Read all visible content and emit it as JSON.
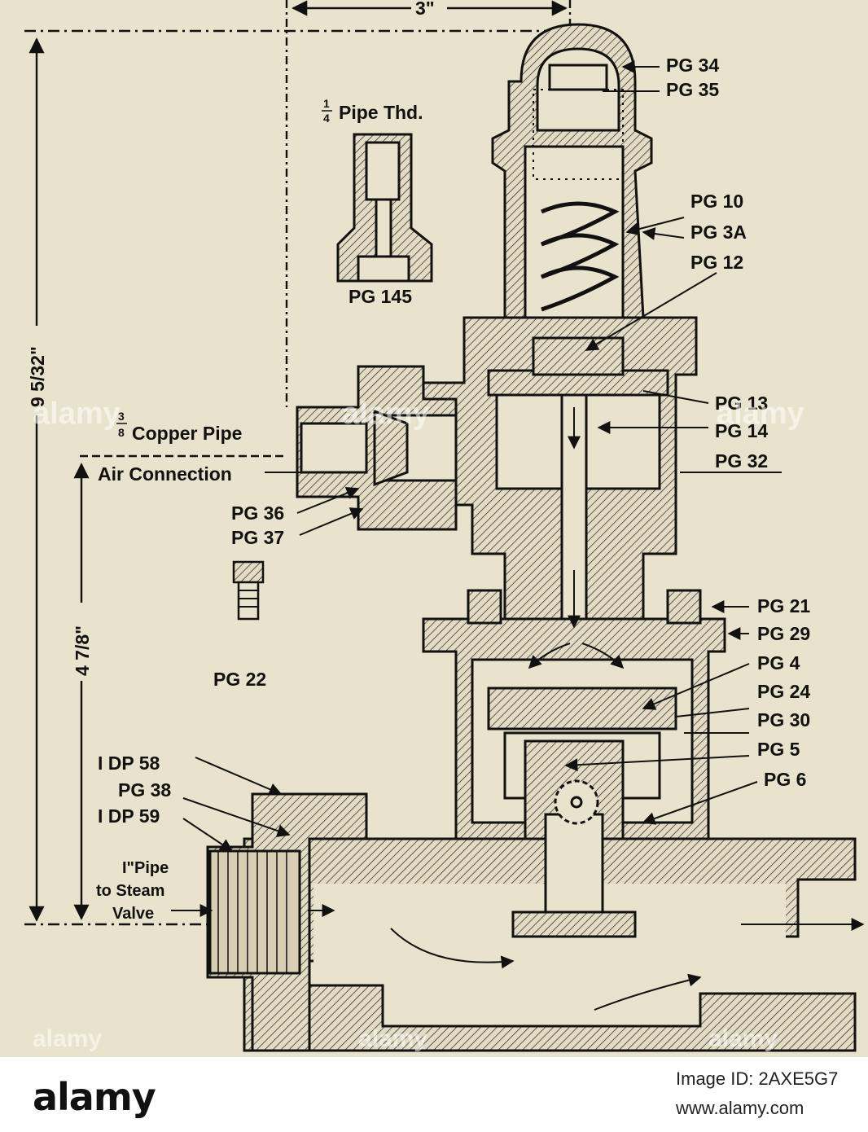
{
  "dimensions": {
    "width_top": "3\"",
    "height_total": "9 5/32\"",
    "height_lower": "4 7/8\""
  },
  "parts": {
    "pg_34": "PG 34",
    "pg_35": "PG 35",
    "pg_10": "PG 10",
    "pg_3a": "PG 3A",
    "pg_12": "PG 12",
    "pg_13": "PG 13",
    "pg_14": "PG 14",
    "pg_32": "PG 32",
    "pg_36": "PG 36",
    "pg_37": "PG 37",
    "pg_21": "PG 21",
    "pg_29": "PG 29",
    "pg_4": "PG 4",
    "pg_24": "PG 24",
    "pg_30": "PG 30",
    "pg_5": "PG 5",
    "pg_6": "PG 6",
    "pg_145": "PG 145",
    "pg_22": "PG 22",
    "dp_58": "I DP 58",
    "pg_38": "PG 38",
    "dp_59": "I DP 59"
  },
  "notes": {
    "pipe_thread": "Pipe Thd.",
    "copper_pipe": "Copper Pipe",
    "air_connection": "Air Connection",
    "steam_pipe_1": "I\"Pipe",
    "steam_pipe_2": "to Steam",
    "steam_pipe_3": "Valve"
  },
  "fractions": {
    "quarter_num": "1",
    "quarter_den": "4",
    "eighth_num": "3",
    "eighth_den": "8"
  },
  "watermark": {
    "text": "alamy"
  },
  "footer": {
    "logo": "alamy",
    "stock_id": "Image ID: 2AXE5G7",
    "site": "www.alamy.com"
  },
  "colors": {
    "paper": "#e9e2cc",
    "ink": "#111111",
    "footer_bg": "#ffffff"
  }
}
